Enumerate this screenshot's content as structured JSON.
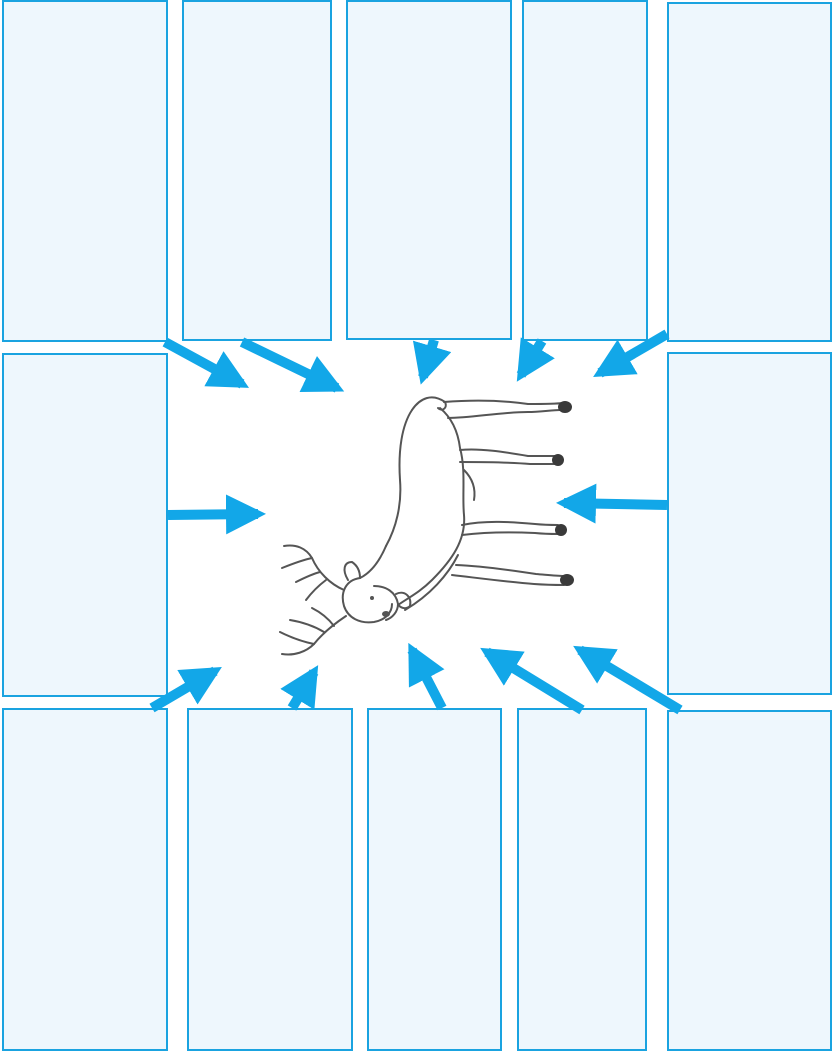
{
  "diagram": {
    "central_figure": "deer-illustration",
    "label_boxes": [
      {
        "id": "top-1",
        "text": ""
      },
      {
        "id": "top-2",
        "text": ""
      },
      {
        "id": "top-3",
        "text": ""
      },
      {
        "id": "top-4",
        "text": ""
      },
      {
        "id": "top-5",
        "text": ""
      },
      {
        "id": "middle-left",
        "text": ""
      },
      {
        "id": "middle-right",
        "text": ""
      },
      {
        "id": "bottom-1",
        "text": ""
      },
      {
        "id": "bottom-2",
        "text": ""
      },
      {
        "id": "bottom-3",
        "text": ""
      },
      {
        "id": "bottom-4",
        "text": ""
      },
      {
        "id": "bottom-5",
        "text": ""
      }
    ],
    "colors": {
      "box_border": "#1aa3e0",
      "box_fill": "#eef7fd",
      "arrow": "#12a7e8",
      "outline": "#555555"
    }
  }
}
